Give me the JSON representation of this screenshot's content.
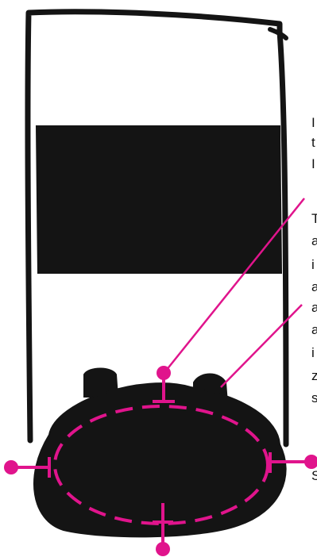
{
  "colors": {
    "ink": "#141414",
    "accent": "#e0148c",
    "background": "#ffffff"
  },
  "elements": {
    "outline_shape": "tall-container-outline",
    "band_shape": "dark-band",
    "base_shape": "oval-base",
    "guide_shape": "dashed-inner-ellipse",
    "markers": [
      "top-marker",
      "left-marker",
      "right-marker",
      "bottom-marker"
    ]
  },
  "cropped_text": [
    "",
    "I",
    "t",
    "I",
    "T",
    "a",
    "i",
    "a",
    "a",
    "a",
    "i",
    "z",
    "s",
    "S"
  ]
}
